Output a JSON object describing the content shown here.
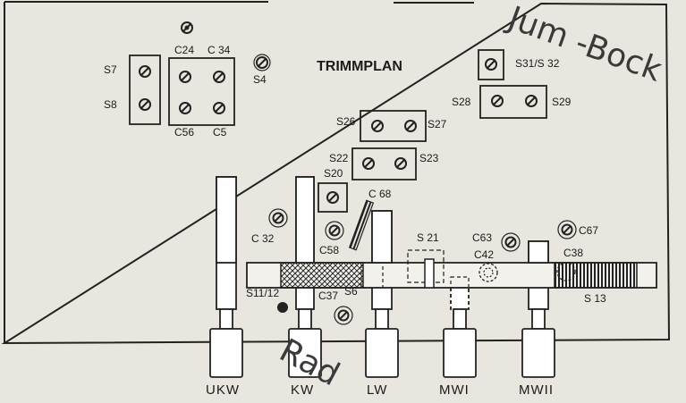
{
  "diagram": {
    "title": "TRIMMPLAN",
    "labels": {
      "s7": "S7",
      "s8": "S8",
      "c24": "C24",
      "c34": "C 34",
      "c56": "C56",
      "c5": "C5",
      "s4": "S4",
      "s31s32": "S31/S 32",
      "s28": "S28",
      "s29": "S29",
      "s26": "S26",
      "s27": "S27",
      "s22": "S22",
      "s23": "S23",
      "s20": "S20",
      "c68": "C 68",
      "c32": "C 32",
      "c58": "C58",
      "s21": "S 21",
      "c63": "C63",
      "c67": "C67",
      "c42": "C42",
      "c38": "C38",
      "s11_12": "S11/12",
      "c37": "C37",
      "s6": "S6",
      "s13": "S 13"
    },
    "buttons": [
      "UKW",
      "KW",
      "LW",
      "MWI",
      "MWII"
    ],
    "watermark_top": "Jum -Bock",
    "watermark_bottom": "Rad"
  }
}
